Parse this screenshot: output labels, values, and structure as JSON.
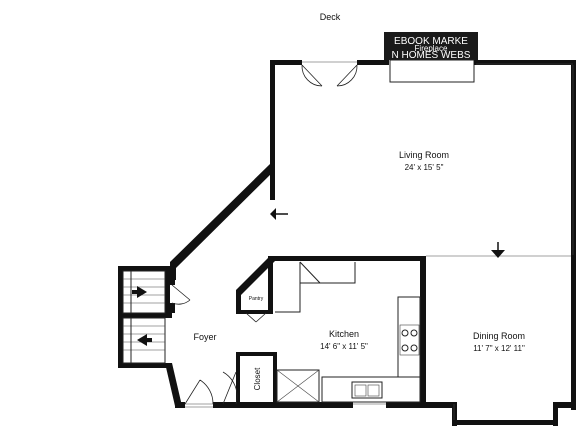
{
  "deck_label": "Deck",
  "watermark": {
    "line1": "EBOOK MARKE",
    "line2": "N HOMES WEBS",
    "fireplace": "Fireplace"
  },
  "rooms": {
    "living": {
      "name": "Living Room",
      "dim": "24' x 15' 5\""
    },
    "dining": {
      "name": "Dining Room",
      "dim": "11' 7\" x 12' 11\""
    },
    "kitchen": {
      "name": "Kitchen",
      "dim": "14' 6\" x 11' 5\""
    },
    "foyer": {
      "name": "Foyer"
    },
    "closet": {
      "name": "Closet"
    },
    "pantry": {
      "name": "Pantry"
    }
  },
  "colors": {
    "wall": "#111111",
    "fireplace_bg": "#1a1a1a",
    "watermark_text": "#ffffff"
  }
}
